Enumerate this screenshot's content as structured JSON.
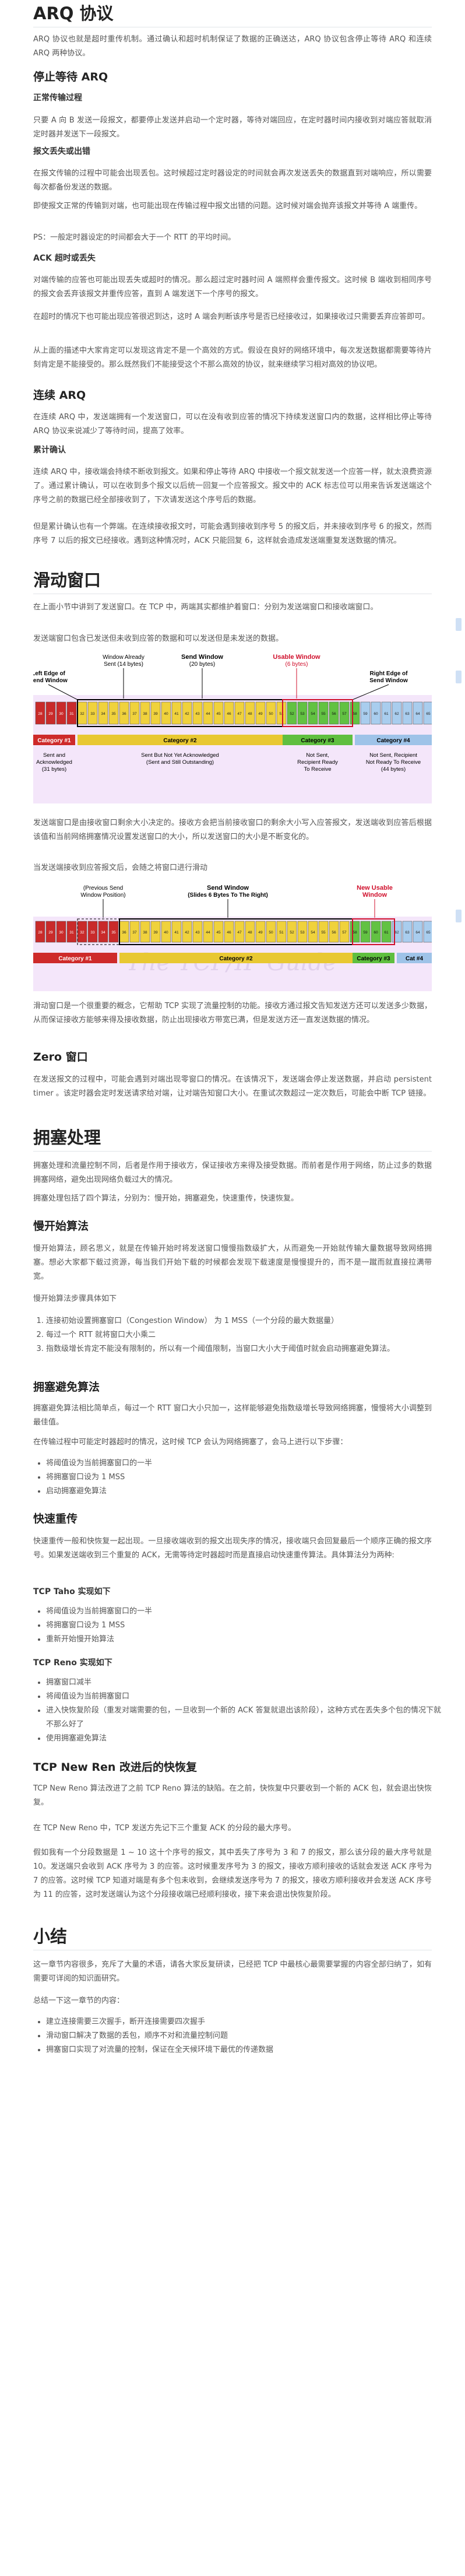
{
  "h_arq": "ARQ 协议",
  "p_arq": "ARQ 协议也就是超时重传机制。通过确认和超时机制保证了数据的正确送达，ARQ 协议包含停止等待 ARQ 和连续 ARQ 两种协议。",
  "h_stopwait": "停止等待 ARQ",
  "h_normal": "正常传输过程",
  "p_normal": "只要 A 向 B 发送一段报文，都要停止发送并启动一个定时器，等待对端回应，在定时器时间内接收到对端应答就取消定时器并发送下一段报文。",
  "h_lost": "报文丢失或出错",
  "p_lost1": "在报文传输的过程中可能会出现丢包。这时候超过定时器设定的时间就会再次发送丢失的数据直到对端响应，所以需要每次都备份发送的数据。",
  "p_lost2": "即使报文正常的传输到对端，也可能出现在传输过程中报文出错的问题。这时候对端会抛弃该报文并等待 A 端重传。",
  "p_ps": "PS：一般定时器设定的时间都会大于一个 RTT 的平均时间。",
  "h_ack": "ACK 超时或丢失",
  "p_ack1": "对端传输的应答也可能出现丢失或超时的情况。那么超过定时器时间 A 端照样会重传报文。这时候 B 端收到相同序号的报文会丢弃该报文并重传应答，直到 A 端发送下一个序号的报文。",
  "p_ack2": "在超时的情况下也可能出现应答很迟到达，这时 A 端会判断该序号是否已经接收过，如果接收过只需要丢弃应答即可。",
  "p_ack3": "从上面的描述中大家肯定可以发现这肯定不是一个高效的方式。假设在良好的网络环境中，每次发送数据都需要等待片刻肯定是不能接受的。那么既然我们不能接受这个不那么高效的协议，就来继续学习相对高效的协议吧。",
  "h_cont": "连续 ARQ",
  "p_cont": "在连续 ARQ 中，发送端拥有一个发送窗口，可以在没有收到应答的情况下持续发送窗口内的数据，这样相比停止等待 ARQ 协议来说减少了等待时间，提高了效率。",
  "h_cum": "累计确认",
  "p_cum1": "连续 ARQ 中，接收端会持续不断收到报文。如果和停止等待 ARQ 中接收一个报文就发送一个应答一样，就太浪费资源了。通过累计确认，可以在收到多个报文以后统一回复一个应答报文。报文中的 ACK 标志位可以用来告诉发送端这个序号之前的数据已经全部接收到了，下次请发送这个序号后的数据。",
  "p_cum2": "但是累计确认也有一个弊端。在连续接收报文时，可能会遇到接收到序号 5 的报文后，并未接收到序号 6 的报文，然而序号 7 以后的报文已经接收。遇到这种情况时，ACK 只能回复 6，这样就会造成发送端重复发送数据的情况。",
  "h_slide": "滑动窗口",
  "p_slide1": "在上面小节中讲到了发送窗口。在 TCP 中，两端其实都维护着窗口：分别为发送端窗口和接收端窗口。",
  "p_slide2": "发送端窗口包含已发送但未收到应答的数据和可以发送但是未发送的数据。",
  "fig1": {
    "left_edge": [
      "Left Edge of",
      "Send Window"
    ],
    "already": [
      "Window Already",
      "Sent (14 bytes)"
    ],
    "send_window": [
      "Send Window",
      "(20 bytes)"
    ],
    "usable": [
      "Usable Window",
      "(6 bytes)"
    ],
    "right_edge": [
      "Right Edge of",
      "Send Window"
    ],
    "cat1": "Category #1",
    "cat1_desc": [
      "Sent and",
      "Acknowledged",
      "(31 bytes)"
    ],
    "cat2": "Category #2",
    "cat2_desc": [
      "Sent But Not Yet Acknowledged",
      "(Sent and Still Outstanding)"
    ],
    "cat3": "Category #3",
    "cat3_desc": [
      "Not Sent,",
      "Recipient Ready",
      "To Receive"
    ],
    "cat4": "Category #4",
    "cat4_desc": [
      "Not Sent, Recipient",
      "Not Ready To Receive",
      "(44 bytes)"
    ],
    "start_num": 28
  },
  "p_win1": "发送端窗口是由接收窗口剩余大小决定的。接收方会把当前接收窗口的剩余大小写入应答报文，发送端收到应答后根据该值和当前网络拥塞情况设置发送窗口的大小，所以发送窗口的大小是不断变化的。",
  "p_win2": "当发送端接收到应答报文后，会随之将窗口进行滑动",
  "fig2": {
    "prev": [
      "(Previous Send",
      "Window Position)"
    ],
    "send_window": [
      "Send Window",
      "(Slides 6 Bytes To The Right)"
    ],
    "usable": [
      "New Usable",
      "Window"
    ],
    "cat1": "Category #1",
    "cat2": "Category #2",
    "cat3": "Category #3",
    "cat4": "Cat #4",
    "watermark": "The TCP/IP Guide",
    "start_num": 28
  },
  "p_win3": "滑动窗口是一个很重要的概念，它帮助 TCP 实现了流量控制的功能。接收方通过报文告知发送方还可以发送多少数据，从而保证接收方能够来得及接收数据，防止出现接收方带宽已满，但是发送方还一直发送数据的情况。",
  "h_zero": "Zero 窗口",
  "p_zero": "在发送报文的过程中，可能会遇到对端出现零窗口的情况。在该情况下，发送端会停止发送数据，并启动 persistent timer 。该定时器会定时发送请求给对端，让对端告知窗口大小。在重试次数超过一定次数后，可能会中断 TCP 链接。",
  "h_cong": "拥塞处理",
  "p_cong1": "拥塞处理和流量控制不同，后者是作用于接收方，保证接收方来得及接受数据。而前者是作用于网络，防止过多的数据拥塞网络，避免出现网络负载过大的情况。",
  "p_cong2": "拥塞处理包括了四个算法，分别为：慢开始，拥塞避免，快速重传，快速恢复。",
  "h_slow": "慢开始算法",
  "p_slow1": "慢开始算法，顾名思义，就是在传输开始时将发送窗口慢慢指数级扩大，从而避免一开始就传输大量数据导致网络拥塞。想必大家都下载过资源，每当我们开始下载的时候都会发现下载速度是慢慢提升的，而不是一蹴而就直接拉满带宽。",
  "p_slow2": "慢开始算法步骤具体如下",
  "slow_steps": [
    "连接初始设置拥塞窗口（Congestion Window） 为 1 MSS（一个分段的最大数据量）",
    "每过一个 RTT 就将窗口大小乘二",
    "指数级增长肯定不能没有限制的，所以有一个阈值限制，当窗口大小大于阈值时就会启动拥塞避免算法。"
  ],
  "h_avoid": "拥塞避免算法",
  "p_avoid1": "拥塞避免算法相比简单点，每过一个 RTT 窗口大小只加一，这样能够避免指数级增长导致网络拥塞，慢慢将大小调整到最佳值。",
  "p_avoid2": "在传输过程中可能定时器超时的情况，这时候 TCP 会认为网络拥塞了，会马上进行以下步骤：",
  "avoid_steps": [
    "将阈值设为当前拥塞窗口的一半",
    "将拥塞窗口设为 1 MSS",
    "启动拥塞避免算法"
  ],
  "h_fast": "快速重传",
  "p_fast": "快速重传一般和快恢复一起出现。一旦接收端收到的报文出现失序的情况，接收端只会回复最后一个顺序正确的报文序号。如果发送端收到三个重复的 ACK，无需等待定时器超时而是直接启动快速重传算法。具体算法分为两种:",
  "h_tahoe": "TCP Taho 实现如下",
  "tahoe_steps": [
    "将阈值设为当前拥塞窗口的一半",
    "将拥塞窗口设为 1 MSS",
    "重新开始慢开始算法"
  ],
  "h_reno": "TCP Reno 实现如下",
  "reno_steps": [
    "拥塞窗口减半",
    "将阈值设为当前拥塞窗口",
    "进入快恢复阶段（重发对端需要的包，一旦收到一个新的 ACK 答复就退出该阶段），这种方式在丢失多个包的情况下就不那么好了",
    "使用拥塞避免算法"
  ],
  "h_newreno": "TCP New Ren 改进后的快恢复",
  "p_nr1": "TCP New Reno 算法改进了之前 TCP Reno 算法的缺陷。在之前，快恢复中只要收到一个新的 ACK 包，就会退出快恢复。",
  "p_nr2": "在 TCP New Reno 中，TCP 发送方先记下三个重复 ACK 的分段的最大序号。",
  "p_nr3": "假如我有一个分段数据是 1 ~ 10 这十个序号的报文，其中丢失了序号为 3 和 7 的报文，那么该分段的最大序号就是 10。发送端只会收到 ACK 序号为 3 的应答。这时候重发序号为 3 的报文，接收方顺利接收的话就会发送 ACK 序号为 7 的应答。这时候 TCP 知道对端是有多个包未收到，会继续发送序号为 7 的报文，接收方顺利接收并会发送 ACK 序号为 11 的应答，这时发送端认为这个分段接收端已经顺利接收，接下来会退出快恢复阶段。",
  "h_summary": "小结",
  "p_sum1": "这一章节内容很多，充斥了大量的术语，请各大家反复研读，已经把 TCP 中最核心最需要掌握的内容全部归纳了，如有需要可详阅的知识面研究。",
  "p_sum2": "总结一下这一章节的内容：",
  "sum_items": [
    "建立连接需要三次握手，断开连接需要四次握手",
    "滑动窗口解决了数据的丢包，顺序不对和流量控制问题",
    "拥塞窗口实现了对流量的控制，保证在全天候环境下最优的传递数据"
  ]
}
